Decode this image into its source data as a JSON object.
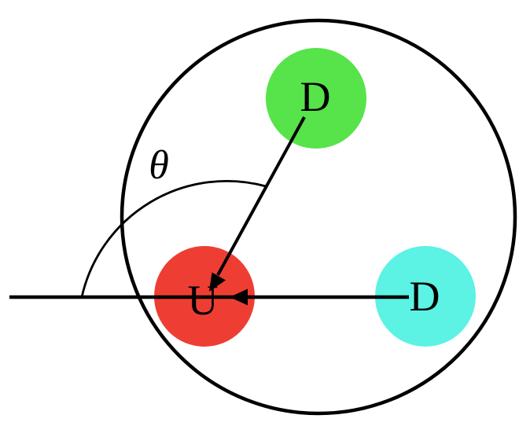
{
  "diagram": {
    "background": "#ffffff",
    "labels": {
      "theta": "θ",
      "particle_u": "U",
      "particle_d_top": "D",
      "particle_d_right": "D"
    },
    "colors": {
      "outline": "#000000",
      "particle_d_top": "#57e34a",
      "particle_u": "#ee3e33",
      "particle_d_right": "#5cf2e4"
    }
  }
}
